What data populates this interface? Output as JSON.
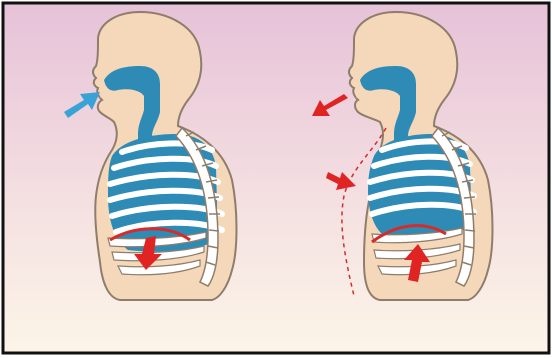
{
  "figure": {
    "panels": [
      {
        "id": "inhalation",
        "airflow": "in",
        "diaphragm": "down",
        "chest": "expanded"
      },
      {
        "id": "exhalation",
        "airflow": "out",
        "diaphragm": "up",
        "chest": "contracted"
      }
    ]
  },
  "colors": {
    "background_top": "#e8c6d9",
    "background_bottom": "#fbf3e6",
    "skin": "#f4d8b9",
    "outline": "#8f7d6c",
    "airway": "#2e8bb5",
    "ribs": "#ffffff",
    "lung_stripes": "#2e8bb5",
    "inhale_arrow": "#3aa3d6",
    "exhale_arrow": "#e02424",
    "diaphragm": "#d62b2b",
    "frame": "#111111"
  },
  "icons": {
    "inhale_arrow": "arrow-right-up-icon",
    "exhale_arrow": "arrow-left-up-icon",
    "chest_in_arrow": "arrow-right-down-icon",
    "diaphragm_down_arrow": "arrow-down-icon",
    "diaphragm_up_arrow": "arrow-up-icon"
  }
}
